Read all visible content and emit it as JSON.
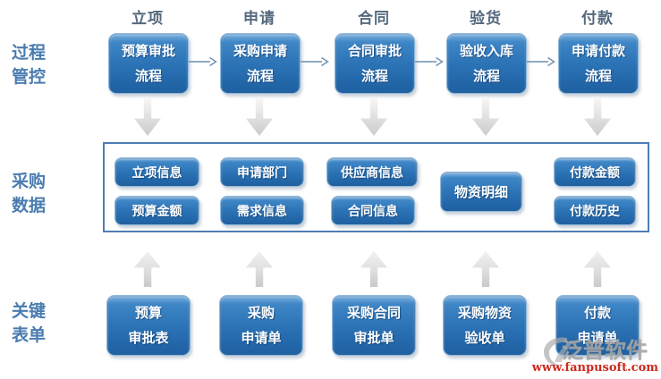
{
  "diagram": {
    "row_labels": {
      "process": [
        "过程",
        "管控"
      ],
      "data": [
        "采购",
        "数据"
      ],
      "forms": [
        "关键",
        "表单"
      ]
    },
    "columns": [
      {
        "header": "立项",
        "process": [
          "预算审批",
          "流程"
        ],
        "data": [
          "立项信息",
          "预算金额"
        ],
        "form": [
          "预算",
          "审批表"
        ]
      },
      {
        "header": "申请",
        "process": [
          "采购申请",
          "流程"
        ],
        "data": [
          "申请部门",
          "需求信息"
        ],
        "form": [
          "采购",
          "申请单"
        ]
      },
      {
        "header": "合同",
        "process": [
          "合同审批",
          "流程"
        ],
        "data": [
          "供应商信息",
          "合同信息"
        ],
        "form": [
          "采购合同",
          "审批单"
        ]
      },
      {
        "header": "验货",
        "process": [
          "验收入库",
          "流程"
        ],
        "data": [
          "物资明细"
        ],
        "form": [
          "采购物资",
          "验收单"
        ]
      },
      {
        "header": "付款",
        "process": [
          "申请付款",
          "流程"
        ],
        "data": [
          "付款金额",
          "付款历史"
        ],
        "form": [
          "付款",
          "申请单"
        ]
      }
    ]
  },
  "watermark": {
    "brand": "泛普软件",
    "url": "www.fanpusoft.com"
  },
  "colors": {
    "box_blue": "#2e76b8",
    "box_blue_highlight": "#7db2de",
    "panel_border": "#4f7cb5",
    "row_label_blue": "#4a7cb0",
    "header_slate": "#54687e",
    "flow_arrow_blue": "#6d8fb3",
    "block_arrow_gray": "#d9d9d9",
    "watermark_gray": "#a6a6a6",
    "watermark_url_red": "#cc2a1e"
  },
  "icons": {
    "flow-arrow-icon": "thin right arrow between process boxes",
    "down-block-arrow-icon": "gray block arrow pointing down",
    "up-block-arrow-icon": "gray block arrow pointing up",
    "fanpu-logo-icon": "gray swoosh logo mark"
  }
}
